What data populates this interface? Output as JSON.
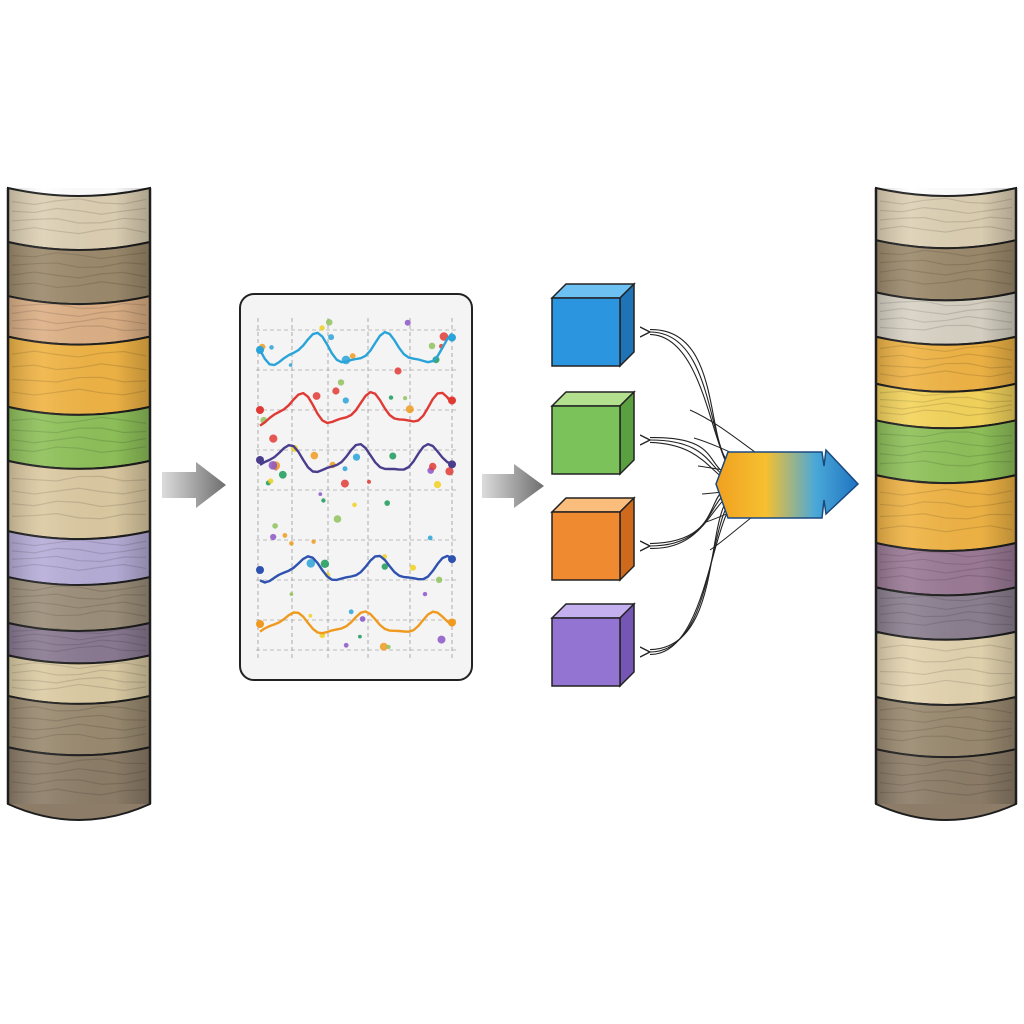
{
  "input_core": {
    "layers": [
      "#ddd0b4",
      "#9c8a6c",
      "#ddb086",
      "#f0b445",
      "#8fc15a",
      "#dccaa2",
      "#b7aed8",
      "#9c8f7a",
      "#8a7a92",
      "#dccca4",
      "#9a8a70",
      "#8d7d68"
    ],
    "weights": [
      1.0,
      1.0,
      0.75,
      1.3,
      1.0,
      1.3,
      0.85,
      0.85,
      0.6,
      0.75,
      0.95,
      1.05
    ]
  },
  "output_core": {
    "layers": [
      "#ddd0b4",
      "#9c8a6c",
      "#d8d2c4",
      "#f0b445",
      "#f4d45c",
      "#8fc15a",
      "#f0b445",
      "#9b7a96",
      "#8c8090",
      "#e4d4b0",
      "#9a8a70",
      "#8d7d68"
    ],
    "weights": [
      1.0,
      1.0,
      0.85,
      0.9,
      0.7,
      1.05,
      1.3,
      0.85,
      0.85,
      1.25,
      1.0,
      1.05
    ]
  },
  "log_panel": {
    "tracks": [
      {
        "color": "#2aa3d8",
        "phase": 0.0,
        "amp": 1.0
      },
      {
        "color": "#e03a34",
        "phase": 1.3,
        "amp": 1.0
      },
      {
        "color": "#4a3e8c",
        "phase": 2.4,
        "amp": 0.9
      },
      {
        "color": "#2f52b0",
        "phase": 0.7,
        "amp": 0.8
      },
      {
        "color": "#ef9a1e",
        "phase": 1.9,
        "amp": 0.7
      }
    ],
    "dot_colors": [
      "#e03a34",
      "#2aa3d8",
      "#8fc15a",
      "#ef9a1e",
      "#8b55c8",
      "#1a9a5a",
      "#f0d020"
    ]
  },
  "classes": [
    {
      "name": "blue",
      "front": "#2b95e0",
      "top": "#6cc0f2",
      "side": "#1f74b8"
    },
    {
      "name": "green",
      "front": "#7bc25a",
      "top": "#b3e08f",
      "side": "#5aa040"
    },
    {
      "name": "orange",
      "front": "#f08a30",
      "top": "#fbbd7c",
      "side": "#cf6a1c"
    },
    {
      "name": "purple",
      "front": "#9474d2",
      "top": "#c4b0ee",
      "side": "#7656b4"
    }
  ],
  "flow_arrow": {
    "gradient": [
      "#f0a020",
      "#f6c030",
      "#4aa8d8",
      "#1f74c0"
    ]
  }
}
